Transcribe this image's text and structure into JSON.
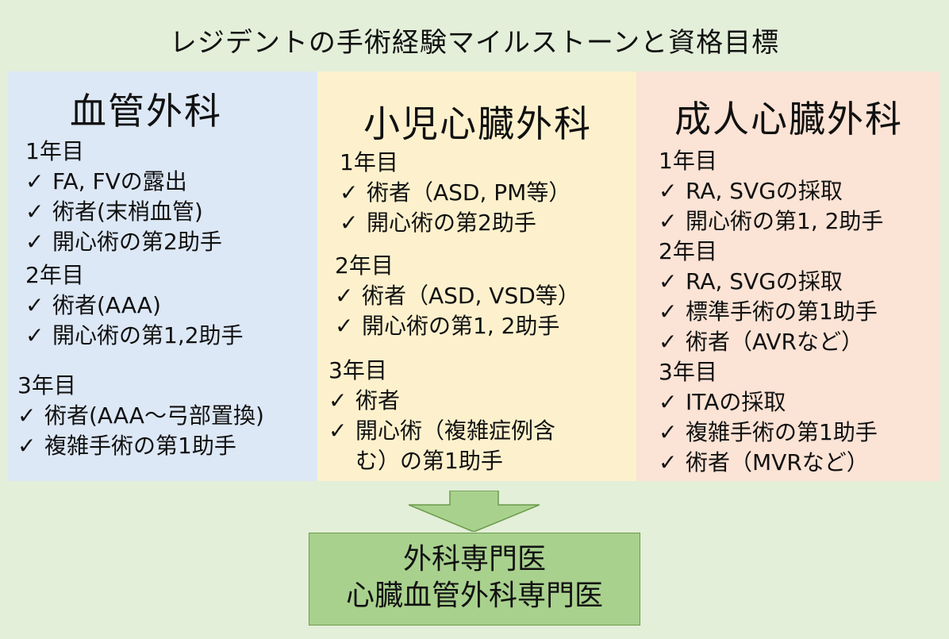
{
  "title": "レジデントの手術経験マイルストーンと資格目標",
  "check_mark": "✓",
  "vascular": {
    "heading": "血管外科",
    "y1": {
      "label": "1年目",
      "items": [
        "FA, FVの露出",
        "術者(末梢血管)",
        "開心術の第2助手"
      ]
    },
    "y2": {
      "label": "2年目",
      "items": [
        "術者(AAA)",
        "開心術の第1,2助手"
      ]
    },
    "y3": {
      "label": "3年目",
      "items": [
        "術者(AAA〜弓部置換)",
        "複雑手術の第1助手"
      ]
    }
  },
  "pediatric": {
    "heading": "小児心臓外科",
    "y1": {
      "label": "1年目",
      "items": [
        "術者（ASD, PM等）",
        "開心術の第2助手"
      ]
    },
    "y2": {
      "label": "2年目",
      "items": [
        "術者（ASD, VSD等）",
        "開心術の第1, 2助手"
      ]
    },
    "y3": {
      "label": "3年目",
      "items": [
        "術者",
        "開心術（複雑症例含",
        "む）の第1助手"
      ]
    }
  },
  "adult": {
    "heading": "成人心臓外科",
    "y1": {
      "label": "1年目",
      "items": [
        "RA, SVGの採取",
        "開心術の第1, 2助手"
      ]
    },
    "y2": {
      "label": "2年目",
      "items": [
        "RA, SVGの採取",
        "標準手術の第1助手",
        "術者（AVRなど）"
      ]
    },
    "y3": {
      "label": "3年目",
      "items": [
        "ITAの採取",
        "複雑手術の第1助手",
        "術者（MVRなど）"
      ]
    }
  },
  "goal": {
    "line1": "外科専門医",
    "line2": "心臓血管外科専門医"
  },
  "colors": {
    "background": "#e3efd9",
    "vascular": "#dde8f6",
    "pediatric": "#fdf1cd",
    "adult": "#fbe3d5",
    "goal_box": "#a9d18e"
  }
}
